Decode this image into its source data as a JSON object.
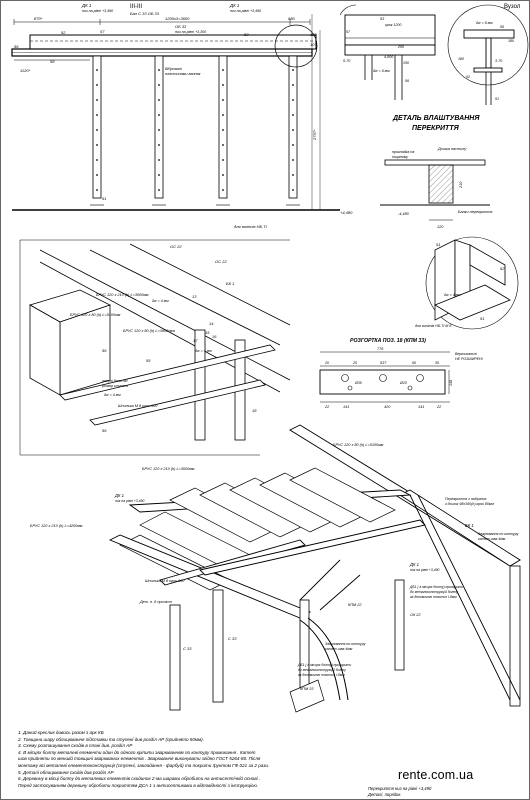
{
  "section_labels": {
    "top_section": "III-III",
    "node_detail": "Вузол",
    "detail_title_line1": "ДЕТАЛЬ ВЛАШТУВАННЯ",
    "detail_title_line2": "ПЕРЕКРИТТЯ",
    "unfold_title": "РОЗГОРТКА ПОЗ. 18 (КПМ 33)"
  },
  "top_section": {
    "dk1_left": "ДК 1",
    "level_left": "низ на рівні +3,490",
    "dk1_right": "ДК 1",
    "level_right": "низ на рівні +3,490",
    "beam_group": "Бал С 33 ОБ 33",
    "dim_870": "870*",
    "dim_1200": "1200х3=3600",
    "dim_680": "680",
    "ob33": "ОБ 33",
    "level_mid": "низ на рівні +3,300",
    "dim_120": "120",
    "dim_10": "10",
    "dim_1120": "1120*",
    "callout_52": "52",
    "callout_56": "56",
    "callout_58": "58",
    "callout_57": "57",
    "callout_51": "51",
    "callout_53": "53",
    "vibrate_note_1": "Вібровані",
    "vibrate_note_2": "пластинами вапняк",
    "dim_2757": "2757*",
    "level_480": "+4,480",
    "ground_note": "для вилітів НБ.ТІ"
  },
  "right_detail": {
    "l53": "53",
    "dim_1200": "крок 1200",
    "l57": "57",
    "dim_200": "200",
    "dim_4800": "4-800",
    "dim_5_70": "5-70",
    "dim_150": "150",
    "s_6": "δw = 6 мм",
    "l56": "56",
    "l55": "55",
    "dim_180": "180",
    "dim_s8": "δw = 8 мм",
    "dim_180b": "180",
    "dim_3_70": "3-70",
    "l52": "52",
    "l51": "51"
  },
  "floor_detail": {
    "top_label": "Дошка настилу",
    "brick_note_1": "прокладка на",
    "brick_note_2": "піщаному",
    "beam_label": "Балки перекриття",
    "dim_210": "210",
    "dim_120": "120",
    "level": "-4,480"
  },
  "iso1": {
    "os22_top": "ОС 22",
    "os22_mid": "ОС 22",
    "bk1": "БК 1",
    "brus1": "БРУС 120 х 210 (h) L=3000мм",
    "brus2": "БРУС 120 х 80 (h) L=5100мм",
    "brus3": "БРУС 120 х 80 (h) L=3600*мм",
    "s4": "δw = 4 мм",
    "l13": "13",
    "l14": "14",
    "l55": "55",
    "l56": "56",
    "l17": "17",
    "l18": "18",
    "l15": "15",
    "l16": "16",
    "s4b": "δw = 4 мм",
    "beam_note_1": "опорні бали під",
    "beam_note_2": "розмір ступеня",
    "s4c": "δw = 4 мм",
    "shelf": "Шпилька М 8 крок 600",
    "p56": "56"
  },
  "iso2": {
    "l51": "51",
    "l52": "52",
    "s4": "δw = 4 мм",
    "l51b": "51",
    "note": "для вилітів НБ.ТІ М 8"
  },
  "unfold": {
    "d776": "776",
    "d537": "537",
    "d25": "25",
    "d60": "60",
    "d20": "20",
    "d35": "35",
    "d420": "420",
    "d141": "141",
    "d22": "22",
    "d22b": "22",
    "d141b": "141",
    "d35b": "Ø35",
    "d20b": "Ø20",
    "d140": "140",
    "side_note_1": "Вертикальні",
    "side_note_2": "НЕ РОЗШИРЕНІ"
  },
  "iso3": {
    "brus_80": "БРУС 120 х 80 (h) L=5100мм",
    "brus_300": "БРУС 120 х 210 (h) L=3000мм",
    "brus_420": "БРУС 120 х 210 (h) L=4200мм",
    "dk1a": "ДК 1",
    "dk1a_lvl": "низ на рівні +3,490",
    "dk1b": "ДК 1",
    "dk1b_lvl": "низ на рівні +3,490",
    "bk1": "БК 1",
    "cover_note_1": "Перекриття з набраних",
    "cover_note_2": "з дошок 98х160(h) крок 80мм",
    "bottom_note": "Зварювання по контуру",
    "bottom_note_2": "катет шва 4мм",
    "pin": "Шпилька М 8 крок 600",
    "det": "Дет. п. 8 пролітн",
    "c33a": "С 33",
    "c33b": "С 33",
    "kpm22": "КПМ 22",
    "ok22": "ОК 22",
    "db1_1": "ДБ1 ( в місцях болту) приварити",
    "db1_2": "до металоконструкцій болту",
    "db1_3": "за допомогою пластин І-8мм",
    "db1b_1": "ДБ1 ( в місцях болту) приварити",
    "db1b_2": "до металоконструкцій болту",
    "db1b_3": "за допомогою пластин І-8мм",
    "weld_1": "Зварювання по контуру",
    "weld_2": "катет шва 4мм",
    "kpm33": "КПМ 33"
  },
  "notes": [
    "1. Даний креслик дивись разом з арк КБ",
    "2. Товщина шару облицювання підставки та ступені див розділ АР (прийнято 50мм).",
    "3. Схему розташування сходів в плані див. розділ АР",
    "4. В місцях болту металеві елементи один до одного кріпити зварюванням по контуру примикання . Катет",
    "шов прийняти по меншій товщині зварюваних елементів . Зварювання виконувати згідно ГОСТ 5264-80. Після",
    "монтажу всі металеві елементоконструкції (ступені, закладання - фарбуй) та покрити ґрунтом ГФ 021 за 2 рази.",
    "5. Деталі облицювання сходів див розділ АР",
    "6. Деревину в місці болту до металевих елементів сходинок 2-ма шарами обробити на антисептічній основі .",
    "Перед застосуванням деревину обробити покриттям ДСА 1 з антисептиками в відповідності з інструкцією."
  ],
  "stamp": {
    "line1": "Перекриття низ на рівні +3,490",
    "line2": "Деталі, порядок."
  },
  "watermark": "rente.com.ua"
}
